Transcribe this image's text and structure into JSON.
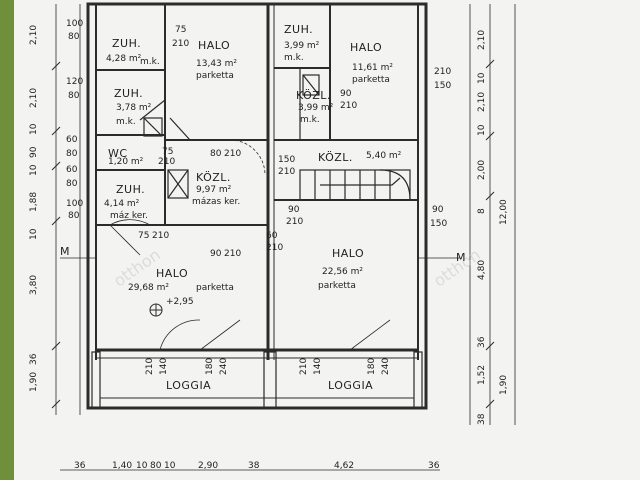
{
  "rooms": {
    "zuh1": {
      "name": "ZUH.",
      "area": "4,28 m²",
      "floor": "m.k."
    },
    "halo1": {
      "name": "HALO",
      "area": "13,43 m²",
      "floor": "parketta"
    },
    "zuh2": {
      "name": "ZUH.",
      "area": "3,99 m²",
      "floor": "m.k."
    },
    "halo2": {
      "name": "HALO",
      "area": "11,61 m²",
      "floor": "parketta"
    },
    "zuh3": {
      "name": "ZUH.",
      "area": "3,78 m²",
      "floor": "m.k."
    },
    "kozl1": {
      "name": "KÖZL.",
      "area": "3,99 m²",
      "floor": "m.k."
    },
    "wc": {
      "name": "WC",
      "area": "1,20 m²"
    },
    "kozl2": {
      "name": "KÖZL.",
      "area": "5,40 m²"
    },
    "kozl3": {
      "name": "KÖZL.",
      "area": "9,97 m²",
      "floor": "mázas ker."
    },
    "zuh4": {
      "name": "ZUH.",
      "area": "4,14 m²",
      "floor": "máz ker."
    },
    "halo3": {
      "name": "HALO",
      "area": "29,68 m²",
      "floor": "parketta",
      "level": "+2,95"
    },
    "halo4": {
      "name": "HALO",
      "area": "22,56 m²",
      "floor": "parketta"
    },
    "loggia1": {
      "name": "LOGGIA"
    },
    "loggia2": {
      "name": "LOGGIA"
    }
  },
  "left_dims": [
    "2,10",
    "2,10",
    "10",
    "90",
    "10",
    "1,88",
    "10",
    "3,80",
    "36",
    "1,90"
  ],
  "right_dims": [
    "2,10",
    "10",
    "2,10",
    "10",
    "2,00",
    "8",
    "4,80",
    "12,00",
    "36",
    "1,52",
    "1,90",
    "38"
  ],
  "bottom_dims": [
    "36",
    "1,40",
    "10",
    "80",
    "10",
    "2,90",
    "38",
    "4,62",
    "36"
  ],
  "door_dims": [
    {
      "a": "100",
      "b": "80"
    },
    {
      "a": "75",
      "b": "210"
    },
    {
      "a": "120",
      "b": "80"
    },
    {
      "a": "60",
      "b": "80"
    },
    {
      "a": "60",
      "b": "80"
    },
    {
      "a": "100",
      "b": "80"
    },
    {
      "a": "75",
      "b": "210"
    },
    {
      "a": "90",
      "b": "210"
    },
    {
      "a": "80",
      "b": "210"
    },
    {
      "a": "150",
      "b": "210"
    },
    {
      "a": "90",
      "b": "210"
    },
    {
      "a": "90",
      "b": "150"
    },
    {
      "a": "210",
      "b": "150"
    },
    {
      "a": "75",
      "b": "210"
    },
    {
      "a": "90",
      "b": "210"
    },
    {
      "a": "60",
      "b": "210"
    }
  ],
  "window_dims": [
    "210",
    "140",
    "180",
    "240",
    "210",
    "140",
    "180",
    "240"
  ],
  "axis_marks": [
    "M",
    "M"
  ],
  "watermarks": [
    "otthon",
    "otthon"
  ]
}
